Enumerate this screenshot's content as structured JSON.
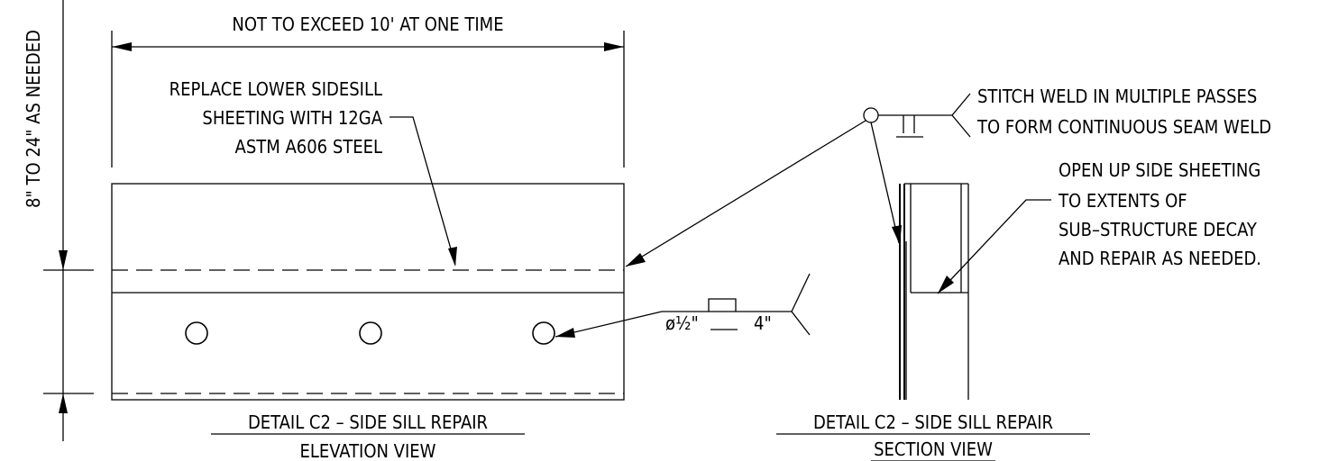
{
  "elevation": {
    "dim_width_label": "NOT TO EXCEED 10' AT ONE TIME",
    "dim_height_label": "8\" TO 24\" AS NEEDED",
    "note_lines": [
      "REPLACE LOWER SIDESILL",
      "SHEETING WITH 12GA",
      "ASTM A606 STEEL"
    ],
    "plug_weld_dia": "ø½\"",
    "plug_weld_len": "4\"",
    "title": "DETAIL C2 – SIDE SILL REPAIR",
    "subtitle": "ELEVATION VIEW"
  },
  "section": {
    "weld_note_lines": [
      "STITCH WELD IN MULTIPLE PASSES",
      "TO FORM CONTINUOUS SEAM WELD"
    ],
    "open_note_lines": [
      "OPEN UP SIDE SHEETING",
      "TO EXTENTS OF",
      "SUB–STRUCTURE DECAY",
      "AND REPAIR AS NEEDED."
    ],
    "title": "DETAIL C2 – SIDE SILL REPAIR",
    "subtitle": "SECTION VIEW"
  }
}
